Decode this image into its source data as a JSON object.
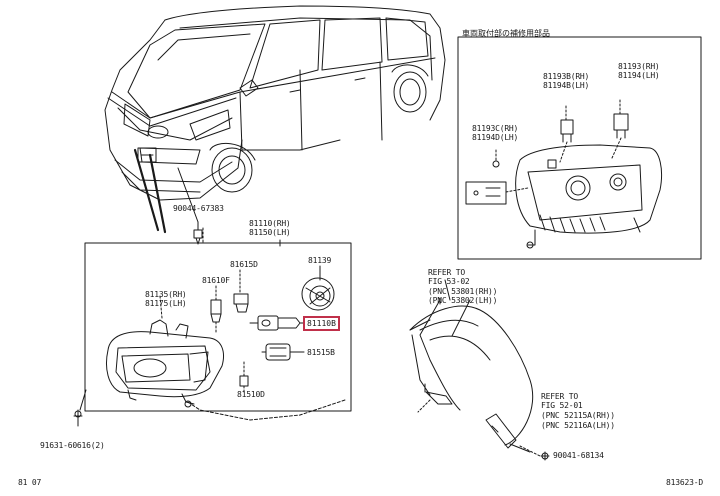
{
  "inset_title": "車両取付部の補修用部品",
  "labels": {
    "car_clip": "90044-67383",
    "hl_rh": "81110(RH)",
    "hl_lh": "81150(LH)",
    "bulb_clip": "81139",
    "socket": "81615D",
    "bulb_small": "81610F",
    "side_rh": "81135(RH)",
    "side_lh": "81175(LH)",
    "bulb_socket": "81515B",
    "bulb_wedge": "81510D",
    "bottom_screw": "91631-60616(2)",
    "highlight": "81110B",
    "inset_b_rh": "81193B(RH)",
    "inset_b_lh": "81194B(LH)",
    "inset_top_rh": "81193(RH)",
    "inset_top_lh": "81194(LH)",
    "inset_c_rh": "81193C(RH)",
    "inset_d_lh": "81194D(LH)",
    "ref1_a": "REFER TO",
    "ref1_b": "FIG 53-02",
    "ref1_c": "(PNC 53801(RH))",
    "ref1_d": "(PNC 53802(LH))",
    "ref2_a": "REFER TO",
    "ref2_b": "FIG 52-01",
    "ref2_c": "(PNC 52115A(RH))",
    "ref2_d": "(PNC 52116A(LH))",
    "bracket_screw": "90041-68134",
    "footer_left": "81 07",
    "footer_right": "813623-D"
  }
}
